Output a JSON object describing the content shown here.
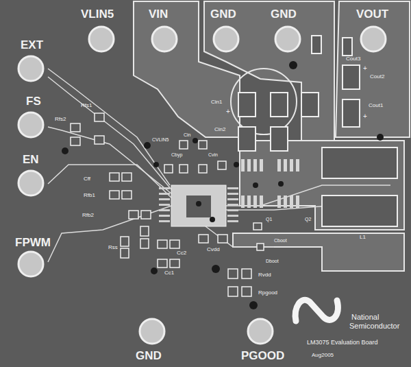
{
  "diagram": {
    "labels": [
      "VLIN5",
      "VIN",
      "GND",
      "GND",
      "VOUT",
      "EXT",
      "FS",
      "EN",
      "FPWM",
      "GND",
      "PGOOD",
      "Cout3",
      "Cout2",
      "Cout1",
      "+",
      "+",
      "Cin1",
      "+",
      "Cin2",
      "Rfs1",
      "Rfs2",
      "Cff",
      "Rfb1",
      "Rfb2",
      "Rss",
      "CVLIN5",
      "Cbyp",
      "Cin",
      "Cvin",
      "Cc2",
      "Cc1",
      "Cvdd",
      "Q1",
      "Q2",
      "Cboot",
      "Dboot",
      "Rvdd",
      "Rpgood",
      "L1",
      "National",
      "Semiconductor",
      "LM3075 Evaluation Board",
      "Aug2005"
    ]
  }
}
